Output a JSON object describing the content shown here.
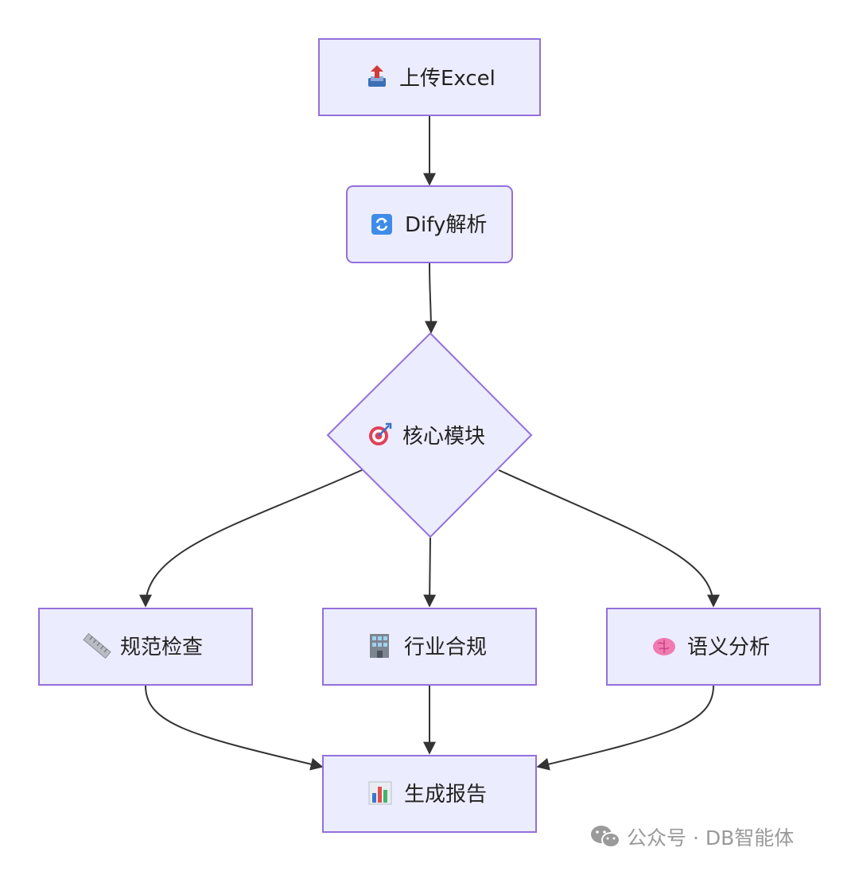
{
  "nodes": {
    "upload": {
      "label": "上传Excel",
      "icon": "inbox-tray-upload-icon"
    },
    "dify": {
      "label": "Dify解析",
      "icon": "counterclockwise-arrows-icon"
    },
    "core": {
      "label": "核心模块",
      "icon": "direct-hit-target-icon"
    },
    "spec": {
      "label": "规范检查",
      "icon": "ruler-icon"
    },
    "industry": {
      "label": "行业合规",
      "icon": "office-building-icon"
    },
    "semantic": {
      "label": "语义分析",
      "icon": "brain-icon"
    },
    "report": {
      "label": "生成报告",
      "icon": "bar-chart-icon"
    }
  },
  "watermark": {
    "text": "公众号 · DB智能体",
    "icon": "wechat-icon"
  },
  "colors": {
    "node_fill": "#ececff",
    "node_stroke": "#9370db",
    "edge": "#333333"
  }
}
